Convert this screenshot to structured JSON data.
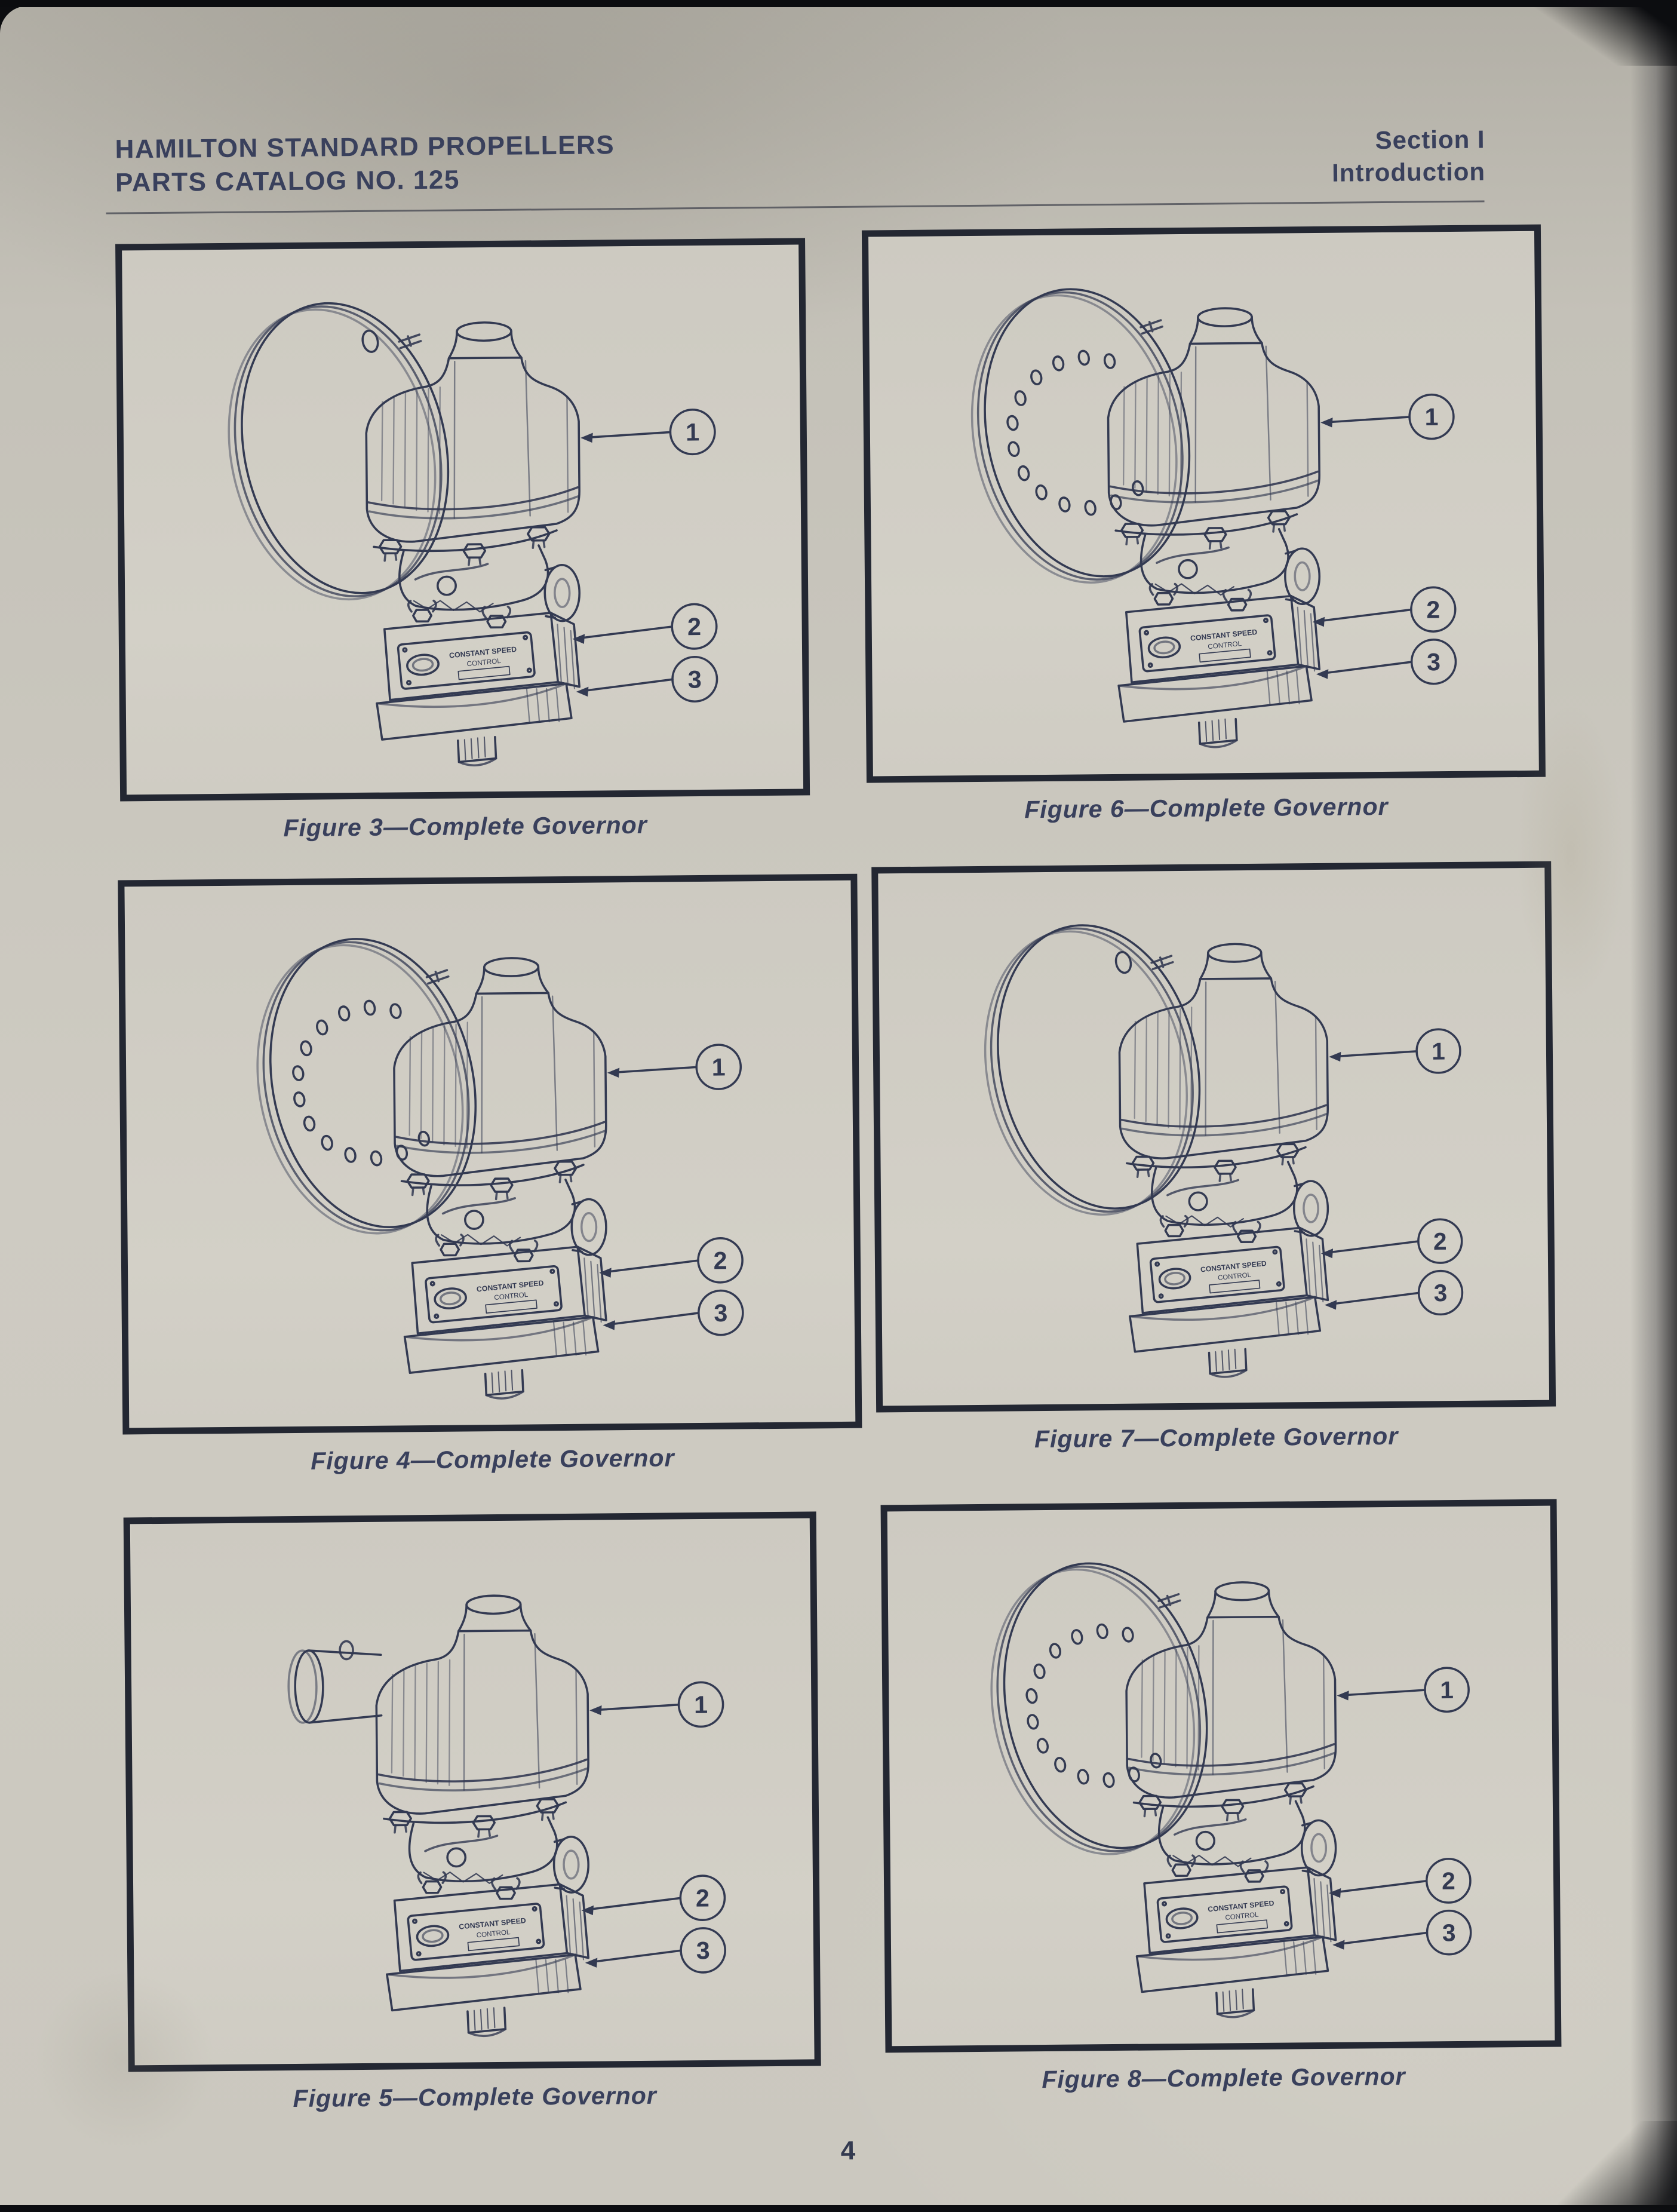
{
  "page": {
    "header": {
      "title_line1": "HAMILTON STANDARD PROPELLERS",
      "title_line2": "PARTS CATALOG NO. 125",
      "section_line1": "Section I",
      "section_line2": "Introduction"
    },
    "page_number": "4",
    "colors": {
      "ink": "#333a52",
      "heading_ink": "#39405c",
      "paper": "#cbc8bf",
      "frame": "#232732"
    }
  },
  "illustration": {
    "nameplate_line1": "CONSTANT SPEED",
    "nameplate_line2": "CONTROL",
    "subject": "Complete Governor"
  },
  "figures": [
    {
      "id": "fig3",
      "caption": "Figure 3—Complete Governor",
      "variant": "disc-plain",
      "callouts": [
        "1",
        "2",
        "3"
      ]
    },
    {
      "id": "fig6",
      "caption": "Figure 6—Complete Governor",
      "variant": "disc-bolted",
      "callouts": [
        "1",
        "2",
        "3"
      ]
    },
    {
      "id": "fig4",
      "caption": "Figure 4—Complete Governor",
      "variant": "disc-bolted",
      "callouts": [
        "1",
        "2",
        "3"
      ]
    },
    {
      "id": "fig7",
      "caption": "Figure 7—Complete Governor",
      "variant": "disc-plain",
      "callouts": [
        "1",
        "2",
        "3"
      ]
    },
    {
      "id": "fig5",
      "caption": "Figure 5—Complete Governor",
      "variant": "boss",
      "callouts": [
        "1",
        "2",
        "3"
      ]
    },
    {
      "id": "fig8",
      "caption": "Figure 8—Complete Governor",
      "variant": "disc-bolted",
      "callouts": [
        "1",
        "2",
        "3"
      ]
    }
  ]
}
